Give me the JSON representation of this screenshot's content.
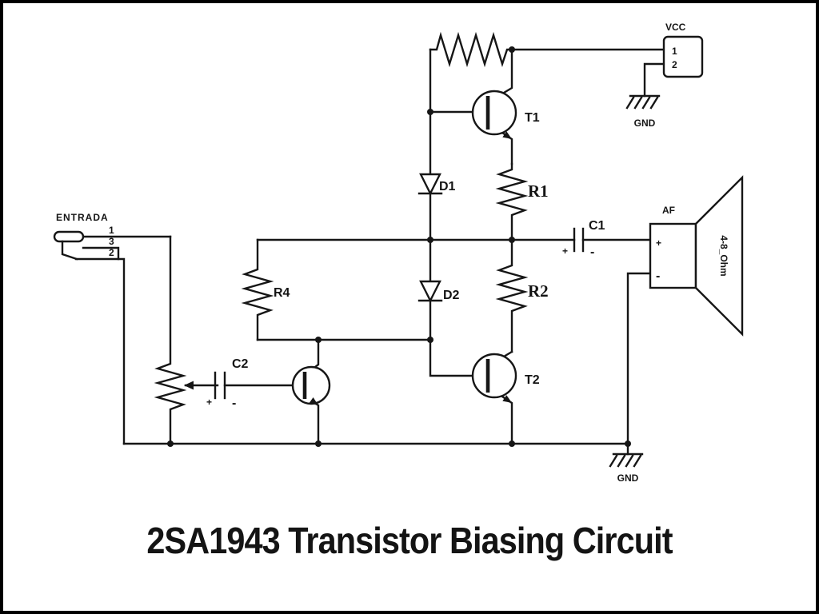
{
  "title": "2SA1943 Transistor Biasing Circuit",
  "input": {
    "label": "ENTRADA",
    "pin1": "1",
    "pin3": "3",
    "pin2": "2"
  },
  "vcc": {
    "label": "VCC",
    "pin1": "1",
    "pin2": "2"
  },
  "ground": {
    "top": "GND",
    "bottom": "GND"
  },
  "speaker": {
    "label": "AF",
    "impedance": "4-8_Ohm",
    "plus": "+",
    "minus": "-"
  },
  "components": {
    "t1": "T1",
    "t2": "T2",
    "d1": "D1",
    "d2": "D2",
    "r1": "R1",
    "r2": "R2",
    "r4": "R4",
    "c1": {
      "label": "C1",
      "plus": "+",
      "minus": "-"
    },
    "c2": {
      "label": "C2",
      "plus": "+",
      "minus": "-"
    }
  }
}
